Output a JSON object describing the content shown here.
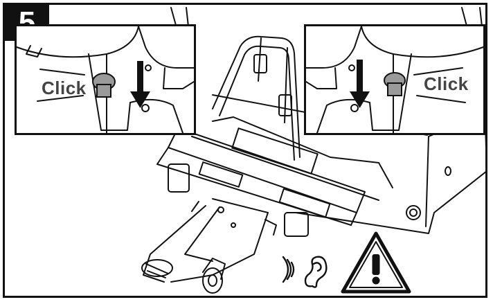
{
  "step": {
    "number": "5"
  },
  "insets": [
    {
      "id": "left",
      "label": "Click"
    },
    {
      "id": "right",
      "label": "Click"
    }
  ],
  "icons": {
    "warning": "warning-triangle-icon",
    "hearing": "ear-sound-icon",
    "arrow": "arrow-down-icon"
  },
  "colors": {
    "line": "#111111",
    "button": "#9a9a9a",
    "badge": "#111111"
  }
}
